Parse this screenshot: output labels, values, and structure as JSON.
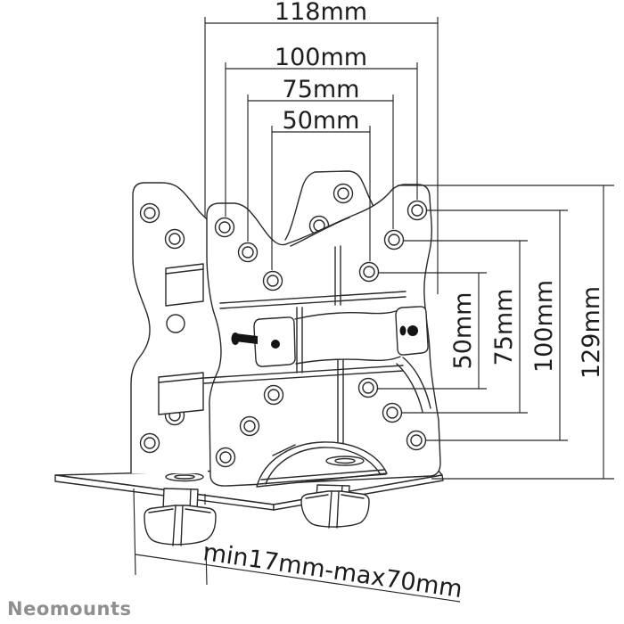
{
  "drawing": {
    "brand": "Neomounts",
    "dims_top": [
      "118mm",
      "100mm",
      "75mm",
      "50mm"
    ],
    "dims_right": [
      "50mm",
      "75mm",
      "100mm",
      "129mm"
    ],
    "dim_bottom": "min17mm-max70mm",
    "colors": {
      "line": "#2a2a2a",
      "dim_line": "#262626",
      "text": "#1d1d1d",
      "brand_text": "#8f8f8f",
      "fill": "#ffffff",
      "hardware": "#141414"
    }
  }
}
